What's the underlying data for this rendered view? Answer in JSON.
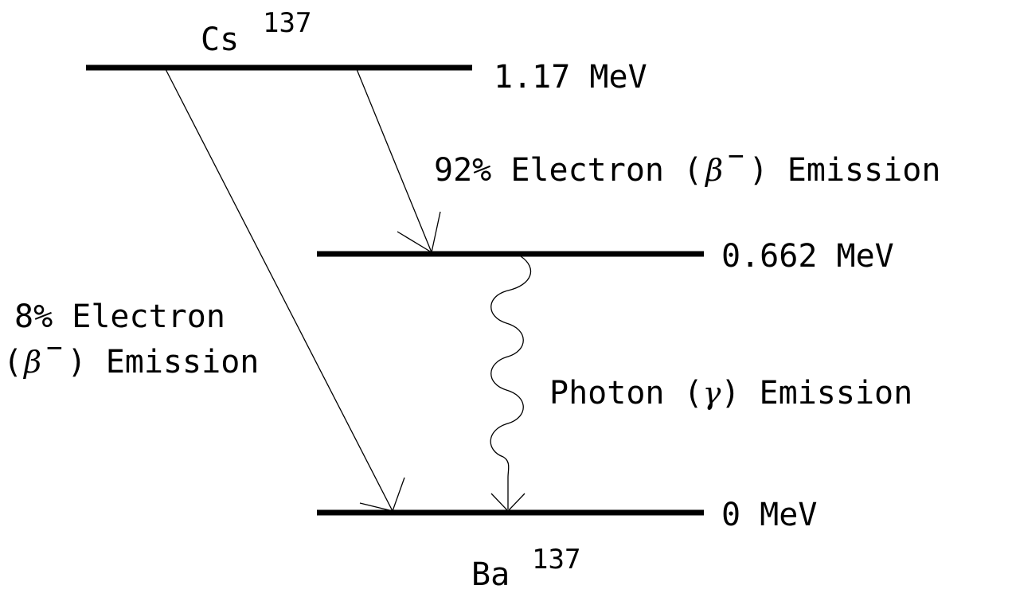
{
  "parent": {
    "element": "Cs",
    "mass": "137"
  },
  "daughter": {
    "element": "Ba",
    "mass": "137"
  },
  "levels": [
    {
      "energy": "1.17 MeV"
    },
    {
      "energy": "0.662 MeV"
    },
    {
      "energy": "0 MeV"
    }
  ],
  "transitions": {
    "beta_92": {
      "prefix": "92% Electron (",
      "symbol": "β",
      "superscript": "−",
      "suffix": ") Emission"
    },
    "beta_8": {
      "line1": "8% Electron",
      "line2_prefix": "(",
      "symbol": "β",
      "superscript": "−",
      "line2_suffix": ") Emission"
    },
    "gamma": {
      "prefix": "Photon (",
      "symbol": "γ",
      "suffix": ") Emission"
    }
  }
}
